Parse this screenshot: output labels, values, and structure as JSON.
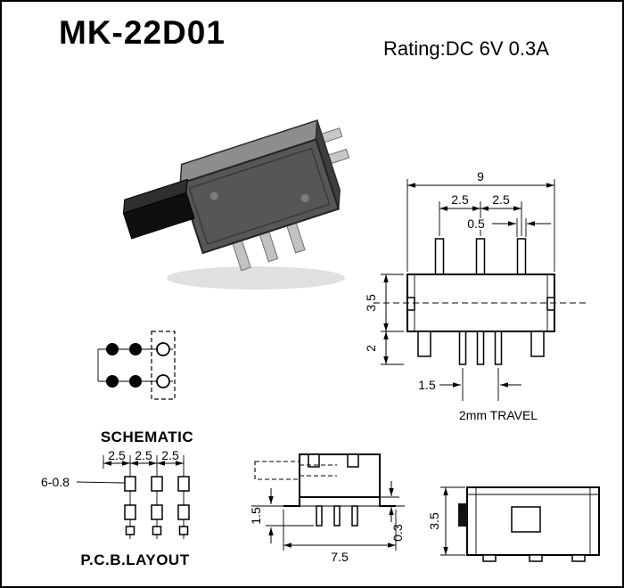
{
  "header": {
    "title": "MK-22D01",
    "rating": "Rating:DC 6V 0.3A"
  },
  "front_view": {
    "total_width": "9",
    "pitch_left": "2.5",
    "pitch_right": "2.5",
    "pin_width": "0.5",
    "body_height": "3.5",
    "pin_length": "2",
    "pin_offset": "1.5",
    "travel_note": "2mm TRAVEL"
  },
  "schematic": {
    "label": "SCHEMATIC"
  },
  "pcb": {
    "label": "P.C.B.LAYOUT",
    "hole_note": "6-0.8",
    "pitches": [
      "2.5",
      "2.5",
      "2.5"
    ]
  },
  "side_view": {
    "pin_below": "1.5",
    "overall_width": "7.5",
    "standoff": "0.3"
  },
  "end_view": {
    "height": "3.5"
  }
}
